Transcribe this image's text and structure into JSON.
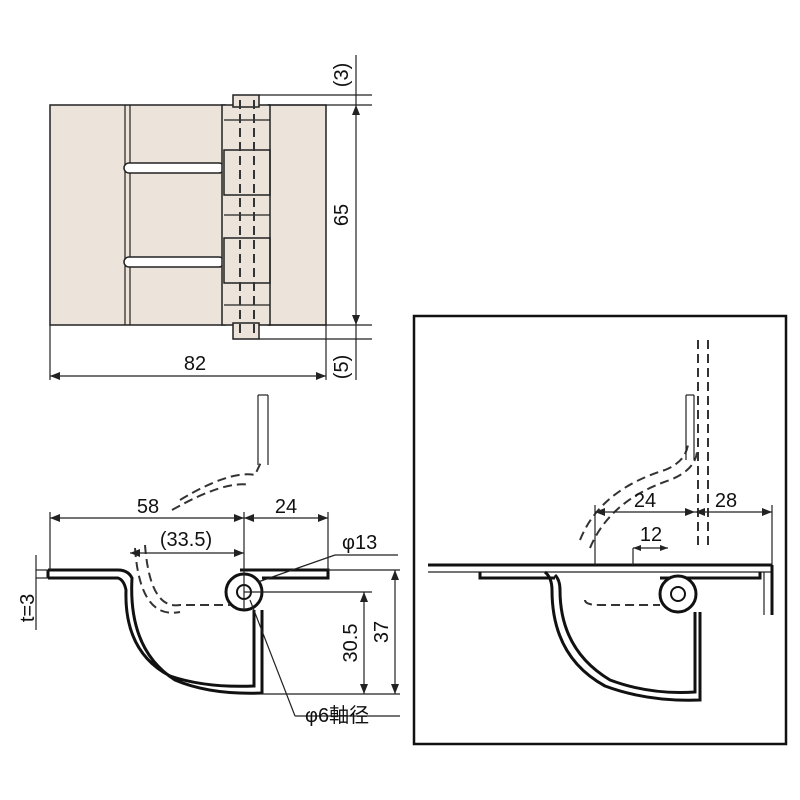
{
  "top_view": {
    "dim_top_clearance": "(3)",
    "dim_height": "65",
    "dim_width": "82",
    "dim_bottom_clearance": "(5)"
  },
  "side_view": {
    "dim_total_reach": "58",
    "dim_inner_reach": "(33.5)",
    "dim_pivot_offset": "24",
    "dim_knuckle_diameter": "φ13",
    "dim_thickness": "t=3",
    "dim_depth_inner": "30.5",
    "dim_depth_total": "37",
    "dim_pin_diameter": "φ6軸径"
  },
  "install_view": {
    "dim_swing_clearance": "24",
    "dim_panel_offset": "28",
    "dim_gap": "12"
  },
  "colors": {
    "plate_fill": "#ece4da",
    "line": "#111111"
  }
}
